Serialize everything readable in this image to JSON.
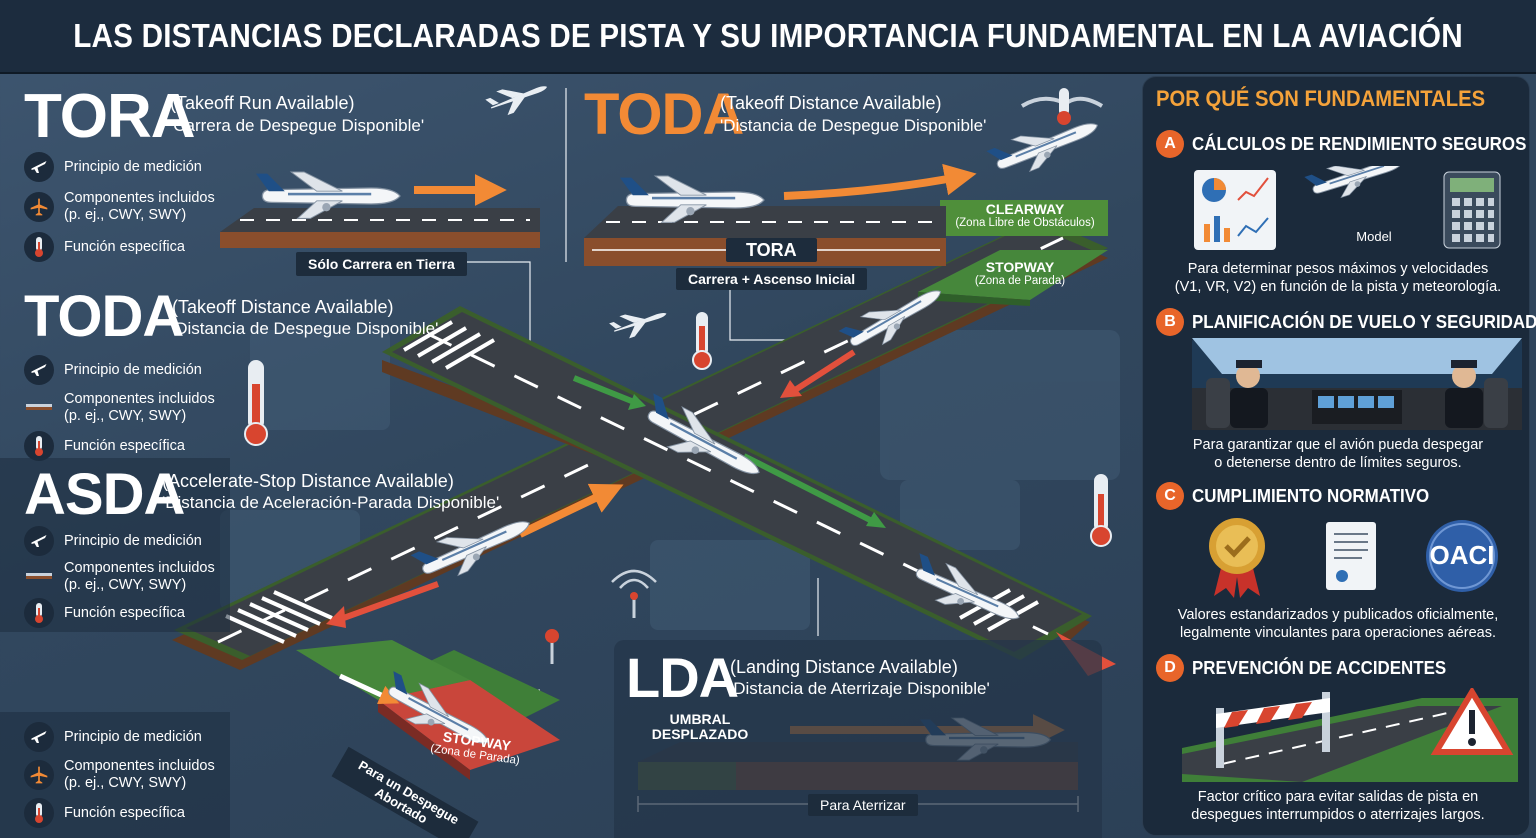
{
  "title": "LAS DISTANCIAS DECLARADAS DE PISTA Y SU IMPORTANCIA FUNDAMENTAL EN LA AVIACIÓN",
  "sections": {
    "tora": {
      "acronym": "TORA",
      "english": "(Takeoff Run Available)",
      "spanish": "'Carrera de Despegue Disponible'",
      "caption": "Sólo Carrera en Tierra"
    },
    "toda_top": {
      "acronym": "TODA",
      "english": "(Takeoff Distance Available)",
      "spanish": "'Distancia de Despegue Disponible'",
      "runway_label": "TORA",
      "caption": "Carrera + Ascenso Inicial",
      "clearway": "CLEARWAY",
      "clearway_sub": "(Zona Libre de Obstáculos)",
      "stopway": "STOPWAY",
      "stopway_sub": "(Zona de Parada)"
    },
    "toda_left": {
      "acronym": "TODA",
      "english": "(Takeoff Distance Available)",
      "spanish": "'Distancia de Despegue Disponible'"
    },
    "asda": {
      "acronym": "ASDA",
      "english": "(Accelerate-Stop Distance Available)",
      "spanish": "'Distancia de Aceleración-Parada Disponible'",
      "stopway": "STOPWAY",
      "stopway_sub": "(Zona de Parada)",
      "caption_line1": "Para un Despegue",
      "caption_line2": "Abortado"
    },
    "lda": {
      "acronym": "LDA",
      "english": "(Landing Distance Available)",
      "spanish": "'Distancia de Aterrizaje Disponible'",
      "threshold_line1": "UMBRAL",
      "threshold_line2": "DESPLAZADO",
      "caption": "Para Aterrizar"
    }
  },
  "list_items": {
    "principle": "Principio de medición",
    "components_line1": "Componentes incluidos",
    "components_line2": "(p. ej., CWY, SWY)",
    "function": "Función específica"
  },
  "panel": {
    "heading": "POR QUÉ SON FUNDAMENTALES",
    "model_label": "Model",
    "oaci_label": "OACI",
    "items": [
      {
        "letter": "A",
        "title": "CÁLCULOS DE RENDIMIENTO SEGUROS",
        "desc_line1": "Para determinar pesos máximos y velocidades",
        "desc_line2": "(V1, VR, V2) en función de la pista y meteorología."
      },
      {
        "letter": "B",
        "title": "PLANIFICACIÓN DE VUELO Y SEGURIDAD",
        "desc_line1": "Para garantizar que el avión pueda despegar",
        "desc_line2": "o detenerse dentro de límites seguros."
      },
      {
        "letter": "C",
        "title": "CUMPLIMIENTO NORMATIVO",
        "desc_line1": "Valores estandarizados y publicados oficialmente,",
        "desc_line2": "legalmente vinculantes para operaciones aéreas."
      },
      {
        "letter": "D",
        "title": "PREVENCIÓN DE ACCIDENTES",
        "desc_line1": "Factor crítico para evitar salidas de pista en",
        "desc_line2": "despegues interrumpidos o aterrizajes largos."
      }
    ]
  },
  "colors": {
    "accent_orange": "#f28a35",
    "badge_orange": "#e8652a",
    "panel_heading": "#f4a23a",
    "clearway_green": "#4f8f3a",
    "stopway_red": "#d6473b",
    "runway_brown": "#8a4e2c",
    "panel_bg": "#1b2a3b"
  }
}
